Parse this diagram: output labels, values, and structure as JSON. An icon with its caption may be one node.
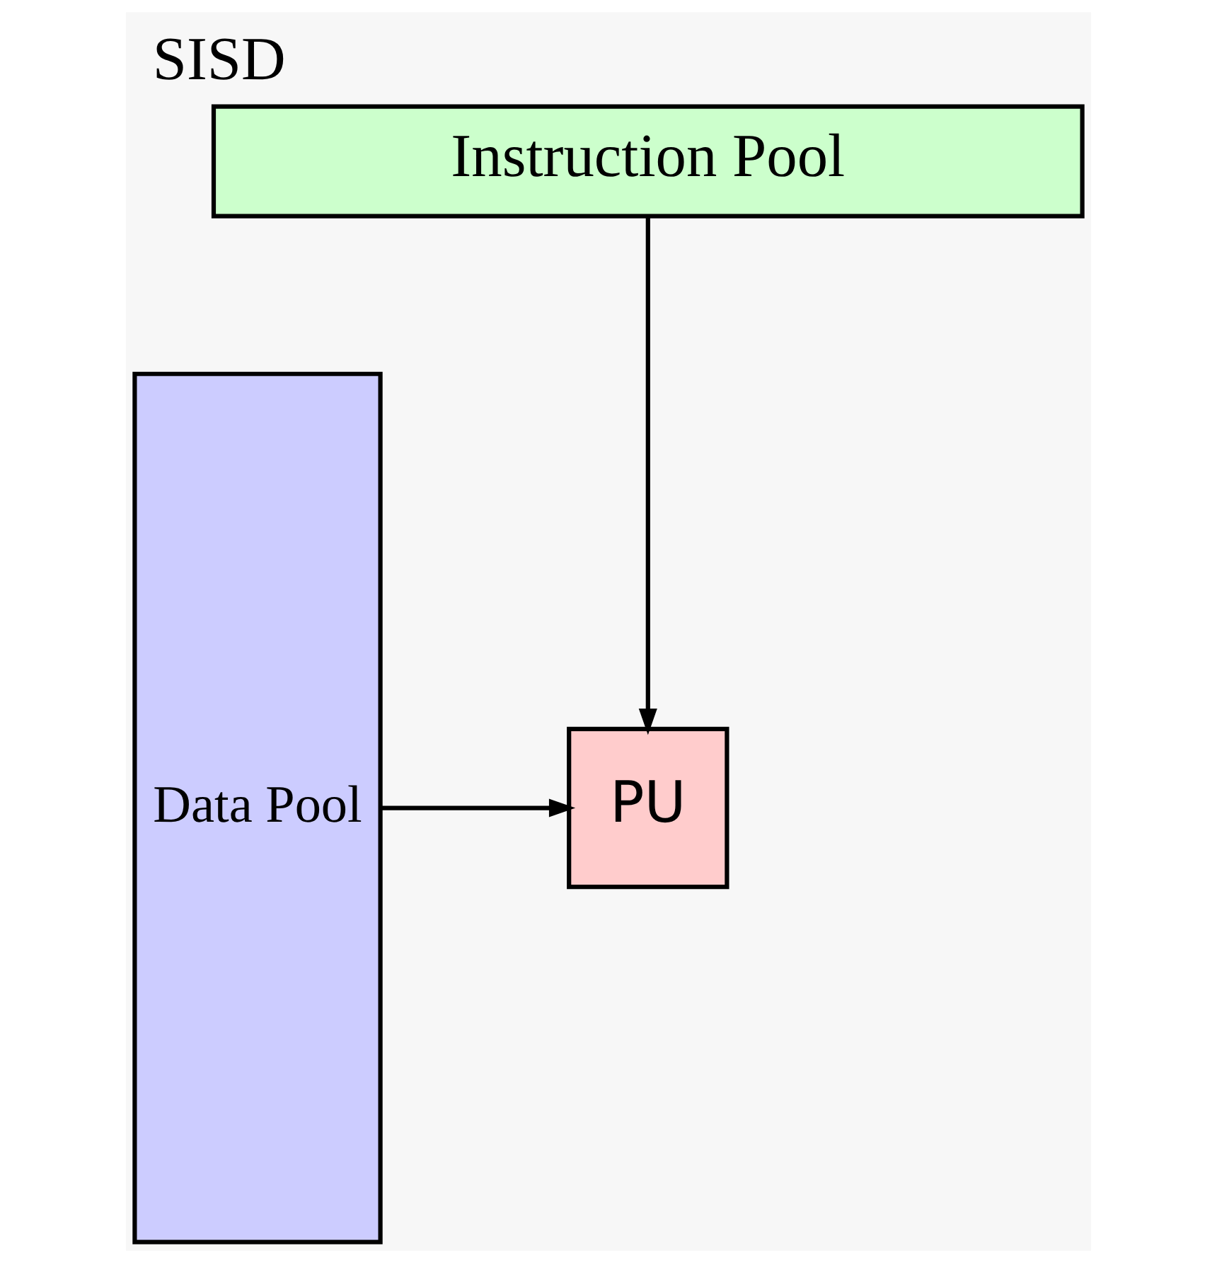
{
  "diagram": {
    "title": "SISD",
    "nodes": [
      {
        "text": [
          "Instruction Pool"
        ]
      },
      {
        "text": [
          "Data Pool"
        ]
      },
      {
        "text": [
          "PU"
        ]
      }
    ],
    "edges": [
      {
        "from": 0,
        "to": 2,
        "arrow": "to"
      },
      {
        "from": 1,
        "to": 2,
        "arrow": "to"
      }
    ]
  }
}
